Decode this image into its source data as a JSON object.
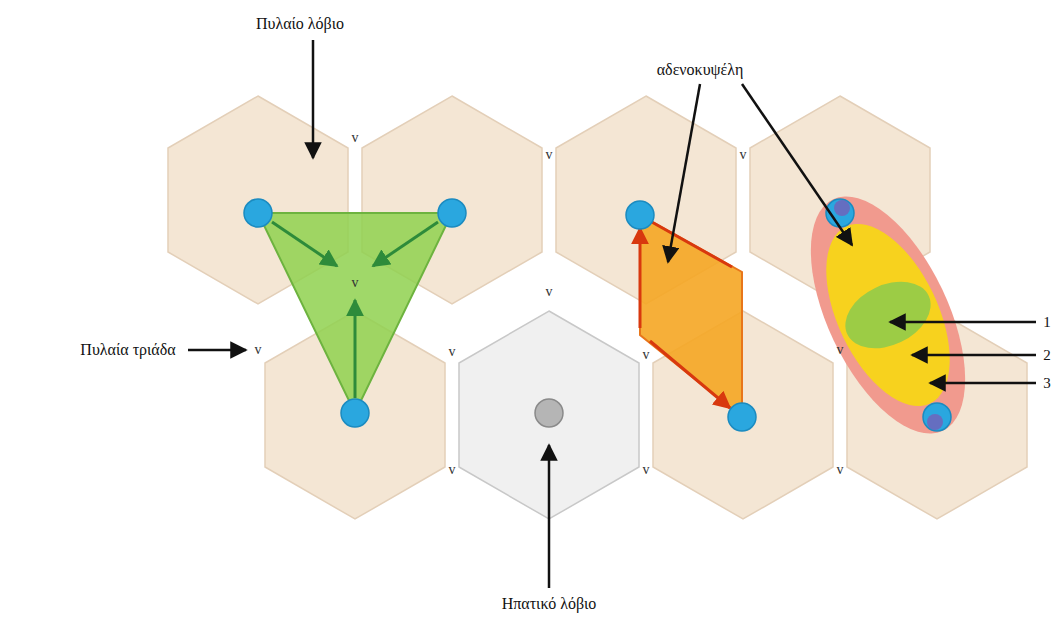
{
  "diagram": {
    "labels": [
      "Πυλαίο λόβιο",
      "αδενοκυψέλη",
      "Πυλαία τριάδα",
      "Ηπατικό λόβιο",
      "1",
      "2",
      "3",
      "v",
      "v",
      "v",
      "v",
      "v",
      "v",
      "v",
      "v",
      "v",
      "v",
      "v",
      "v"
    ]
  }
}
